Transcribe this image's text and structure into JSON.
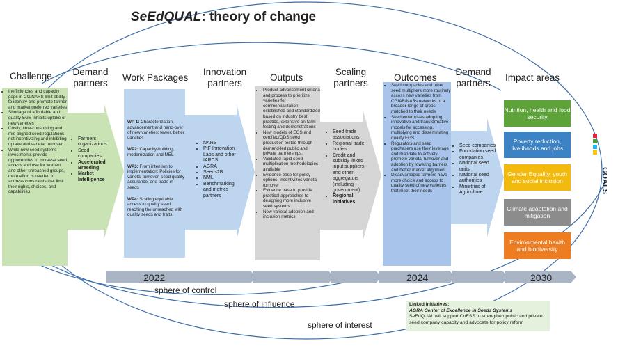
{
  "title": {
    "italic": "SeEdQUAL",
    "rest": ": theory of change"
  },
  "headers": {
    "challenge": "Challenge",
    "demand1": "Demand partners",
    "work": "Work Packages",
    "innovation": "Innovation partners",
    "outputs": "Outputs",
    "scaling": "Scaling partners",
    "outcomes": "Outcomes",
    "demand2": "Demand partners",
    "impact": "Impact areas"
  },
  "challenge_items": [
    "Inefficiencies and capacity gaps in CG/NARS limit ability to identify and promote farmer and market preferred varieties",
    "Shortage of affordable and quality EGS inhibits uptake of new varieties",
    "Costly, time-consuming and mis-aligned seed regulations not incentivizing and inhibiting uptake and varietal turnover",
    "While new seed systems investments provide opportunities to increase seed access and use for women and other unreached groups, more effort is needed to address constraints that limit their rights, choices, and capabilities"
  ],
  "demand1_items": [
    "Farmers organizations",
    "Seed companies",
    "Accelerated Breeding",
    "Market Intelligence"
  ],
  "work_packages": [
    {
      "wp": "WP 1:",
      "text": "Characterization, advancement and hand-over of new varieties: fewer, better varieties"
    },
    {
      "wp": "WP2:",
      "text": "Capacity-building, modernization and MEL"
    },
    {
      "wp": "WP3:",
      "text": "From intention to implementation: Policies for varietal turnover, seed quality assurance, and trade in seeds"
    },
    {
      "wp": "WP4:",
      "text": "Scaling equitable access to quality seed: reaching the unreached with quality seeds and traits."
    }
  ],
  "innovation_items": [
    "NARS",
    "PtF Innovation Labs and other IARCS",
    "AGRA",
    "Seeds2B",
    "NML",
    "Benchmarking and metrics partners"
  ],
  "outputs_items": [
    "Product advancement criteria and process to prioritize varieties for commercialization established and standardized based on industry best practice, extensive on-farm testing and demonstrations",
    "New models of EGS and certified/QDS seed production tested through demand-led public and private partnerships.",
    "Validated rapid seed multiplication methodologies available",
    "Evidence base for policy options_incentivizes varietal turnover",
    "Evidence base to provide practical approaches to designing more inclusive seed systems",
    "New varietal adoption and inclusion metrics"
  ],
  "scaling_items": [
    "Seed trade associations",
    "Regional trade bodies",
    "Credit and subsidy linked input suppliers and other aggregators (including government)",
    "Regional initiatives"
  ],
  "outcomes_items": [
    "Seed companies and other seed multipliers more routinely access new varieties from CGIAR/NARs networks of a broader range of crops matched to their needs",
    "Seed enterprises adopting innovative and transformative models for accessing, multiplying and disseminating quality EGS.",
    "Regulators and seed purchasers use their leverage and mandate to actively promote varietal turnover and adoption by lowering barriers and better market alignment",
    "Disadvantaged farmers have more choice and access to quality seed of new varieties that meet their needs"
  ],
  "demand2_items": [
    "Seed companies",
    "Foundation seed companies",
    "National seed units",
    "National seed authorities",
    "Ministries of Agriculture"
  ],
  "impact_areas": [
    {
      "label": "Nutrition, health and food security",
      "color": "#5ea23a"
    },
    {
      "label": "Poverty reduction, livelihoods and jobs",
      "color": "#3b83c4"
    },
    {
      "label": "Gender Equality, youth and social inclusion",
      "color": "#f2b90f"
    },
    {
      "label": "Climate adaptation and mitigation",
      "color": "#8c8c8c"
    },
    {
      "label": "Environmental health and biodiversity",
      "color": "#ee7d22"
    }
  ],
  "years": {
    "y1": "2022",
    "y2": "2024",
    "y3": "2030"
  },
  "spheres": {
    "control": "sphere of control",
    "influence": "sphere of influence",
    "interest": "sphere of interest"
  },
  "linked": {
    "heading": "Linked initiatives:",
    "name": "AGRA Center of Excellence in Seeds Systems",
    "text": "SeEdQUAL will support CoESS to strengthen public and private seed company capacity and advocate for policy reform"
  },
  "sdg_logo_text": "GOALS",
  "colors": {
    "green": "#c9e3b4",
    "blue": "#bdd5ee",
    "grey": "#d6d6d6",
    "outcome_blue": "#a8c4ea",
    "timeline": "#a9b5c4"
  }
}
